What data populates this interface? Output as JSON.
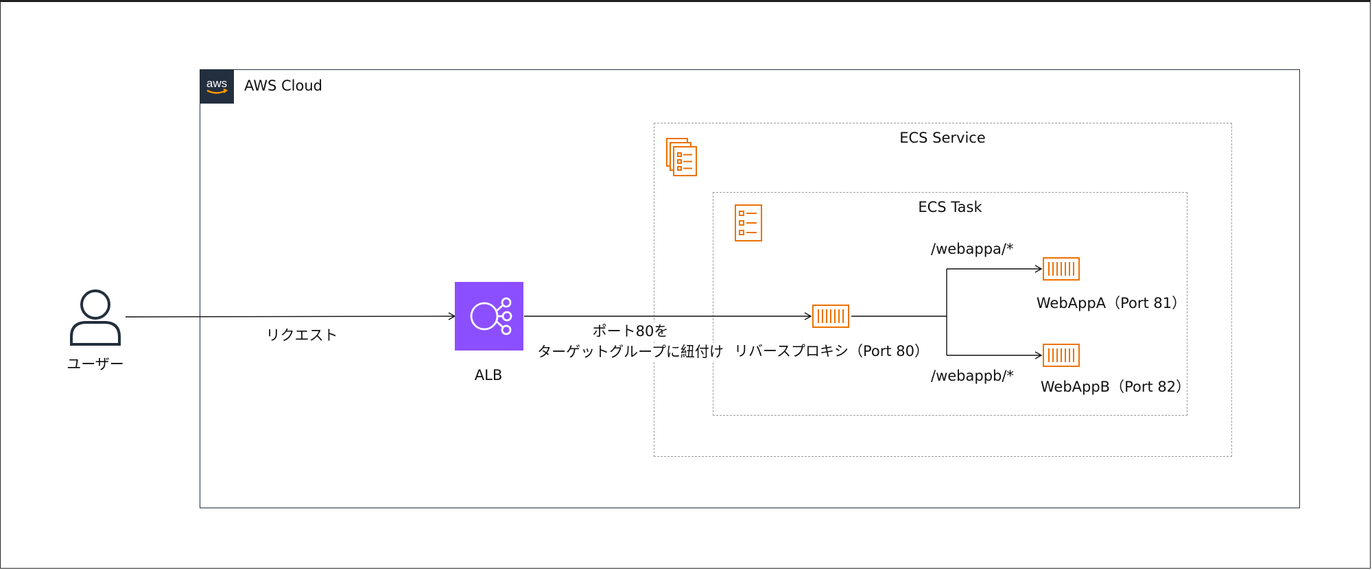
{
  "cloud": {
    "title": "AWS Cloud",
    "logo_text": "aws"
  },
  "user": {
    "label": "ユーザー",
    "icon": "user-icon"
  },
  "edges": {
    "request": "リクエスト",
    "port_binding_line1": "ポート80を",
    "port_binding_line2": "ターゲットグループに紐付け",
    "route_a": "/webappa/*",
    "route_b": "/webappb/*"
  },
  "alb": {
    "label": "ALB",
    "icon": "load-balancer-icon",
    "color": "#8c4fff"
  },
  "ecs_service": {
    "title": "ECS Service",
    "icon": "ecs-service-icon"
  },
  "ecs_task": {
    "title": "ECS Task",
    "icon": "ecs-task-icon"
  },
  "containers": {
    "proxy": "リバースプロキシ（Port 80）",
    "webapp_a": "WebAppA（Port 81）",
    "webapp_b": "WebAppB（Port 82）",
    "icon": "container-icon"
  },
  "colors": {
    "orange": "#ed7100",
    "aws_dark": "#232f3e",
    "border_gray": "#9a9a9a"
  }
}
